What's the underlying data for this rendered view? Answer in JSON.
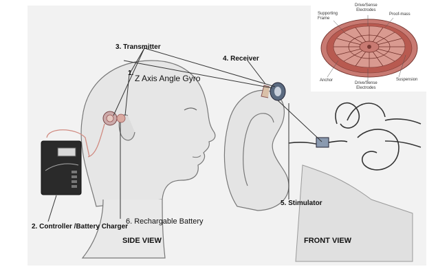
{
  "labels": {
    "transmitter": "3. Transmitter",
    "gyro_number": "1.",
    "gyro": "Z Axis Angle Gyro",
    "receiver": "4. Receiver",
    "stimulator": "5. Stimulator",
    "battery": "6. Rechargable Battery",
    "controller": "2. Controller /Battery Charger",
    "side_view": "SIDE VIEW",
    "front_view": "FRONT VIEW"
  },
  "inset": {
    "drive_sense_top": "Drive/Sense\nElectrodes",
    "supporting_frame": "Supporting\nFrame",
    "proof_mass": "Proof-mass",
    "anchor": "Anchor",
    "drive_sense_bottom": "Drive/Sense\nElectrodes",
    "suspension": "Suspension"
  },
  "colors": {
    "gyro_chip": "#c87a72",
    "gyro_frame": "#b85a50",
    "device_body": "#2a2a2a",
    "wire": "#d08a80"
  }
}
